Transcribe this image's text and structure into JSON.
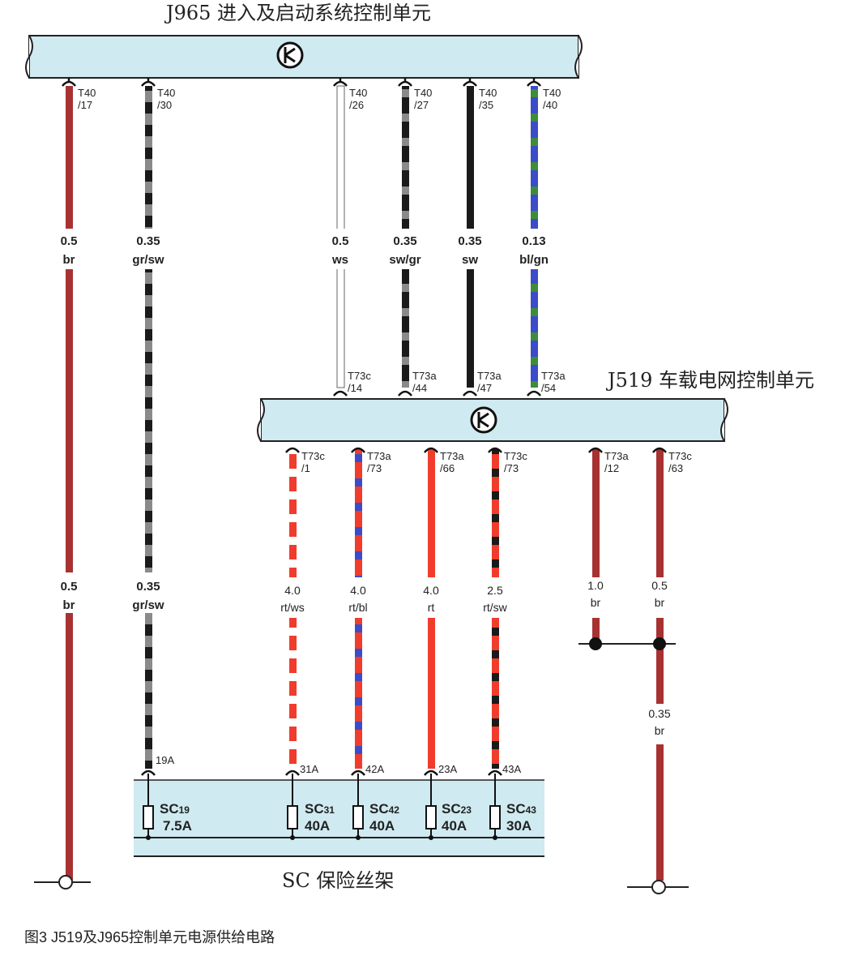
{
  "modules": {
    "j965": {
      "title": "J965 进入及启动系统控制单元"
    },
    "j519": {
      "title": "J519 车载电网控制单元"
    },
    "sc": {
      "title": "SC 保险丝架"
    }
  },
  "wires_top": [
    {
      "id": "w17",
      "pin": "T40\n/17",
      "gauge": "0.5",
      "color_code": "br"
    },
    {
      "id": "w30",
      "pin": "T40\n/30",
      "gauge": "0.35",
      "color_code": "gr/sw"
    },
    {
      "id": "w26",
      "pin": "T40\n/26",
      "gauge": "0.5",
      "color_code": "ws",
      "pin_bottom": "T73c\n/14"
    },
    {
      "id": "w27",
      "pin": "T40\n/27",
      "gauge": "0.35",
      "color_code": "sw/gr",
      "pin_bottom": "T73a\n/44"
    },
    {
      "id": "w35",
      "pin": "T40\n/35",
      "gauge": "0.35",
      "color_code": "sw",
      "pin_bottom": "T73a\n/47"
    },
    {
      "id": "w40",
      "pin": "T40\n/40",
      "gauge": "0.13",
      "color_code": "bl/gn",
      "pin_bottom": "T73a\n/54"
    }
  ],
  "wires_left_lower": [
    {
      "id": "w17b",
      "gauge": "0.5",
      "color_code": "br"
    },
    {
      "id": "w30b",
      "gauge": "0.35",
      "color_code": "gr/sw",
      "pin_bottom": "19A"
    }
  ],
  "wires_j519": [
    {
      "id": "c1",
      "pin": "T73c\n/1",
      "gauge": "4.0",
      "color_code": "rt/ws",
      "pin_bottom": "31A"
    },
    {
      "id": "a73",
      "pin": "T73a\n/73",
      "gauge": "4.0",
      "color_code": "rt/bl",
      "pin_bottom": "42A"
    },
    {
      "id": "a66",
      "pin": "T73a\n/66",
      "gauge": "4.0",
      "color_code": "rt",
      "pin_bottom": "23A"
    },
    {
      "id": "c73",
      "pin": "T73c\n/73",
      "gauge": "2.5",
      "color_code": "rt/sw",
      "pin_bottom": "43A"
    },
    {
      "id": "a12",
      "pin": "T73a\n/12",
      "gauge": "1.0",
      "color_code": "br"
    },
    {
      "id": "c63",
      "pin": "T73c\n/63",
      "gauge": "0.5",
      "color_code": "br"
    }
  ],
  "ground_wire": {
    "gauge": "0.35",
    "color_code": "br"
  },
  "fuses": [
    {
      "id": "sc19",
      "name": "SC",
      "number": "19",
      "rating": "7.5A"
    },
    {
      "id": "sc31",
      "name": "SC",
      "number": "31",
      "rating": "40A"
    },
    {
      "id": "sc42",
      "name": "SC",
      "number": "42",
      "rating": "40A"
    },
    {
      "id": "sc23",
      "name": "SC",
      "number": "23",
      "rating": "40A"
    },
    {
      "id": "sc43",
      "name": "SC",
      "number": "43",
      "rating": "30A"
    }
  ],
  "caption": "图3   J519及J965控制单元电源供给电路",
  "colors": {
    "module_fill": "#cfeaf0",
    "brown": "#a83232",
    "red": "#f03c2d",
    "blue": "#3c4cc8",
    "green": "#3c8c3c",
    "gray": "#8a8a8a",
    "black": "#1a1a1a",
    "white": "#ffffff"
  }
}
